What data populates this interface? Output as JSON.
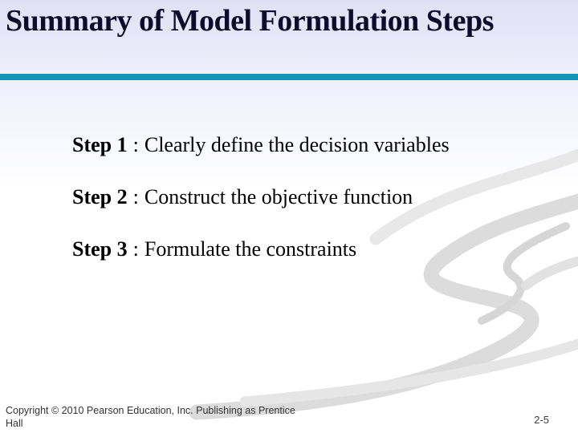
{
  "slide": {
    "title": "Summary of Model Formulation Steps",
    "steps": [
      {
        "label": "Step 1",
        "sep": ":",
        "text": "Clearly define the decision variables"
      },
      {
        "label": "Step 2",
        "sep": ":",
        "text": "Construct the objective function"
      },
      {
        "label": "Step 3",
        "sep": ":",
        "text": "Formulate the constraints"
      }
    ],
    "footer": {
      "copyright": "Copyright © 2010 Pearson Education, Inc. Publishing as Prentice Hall",
      "page_number": "2-5"
    },
    "colors": {
      "accent_bar": "#1495b5",
      "header_gradient_top": "#e0e0f5",
      "header_gradient_bottom": "#edeffb",
      "title_text": "#0d0d2b",
      "step_text": "#000000",
      "footer_text": "#333333",
      "swoosh_gray": "#dcdcdc"
    }
  }
}
